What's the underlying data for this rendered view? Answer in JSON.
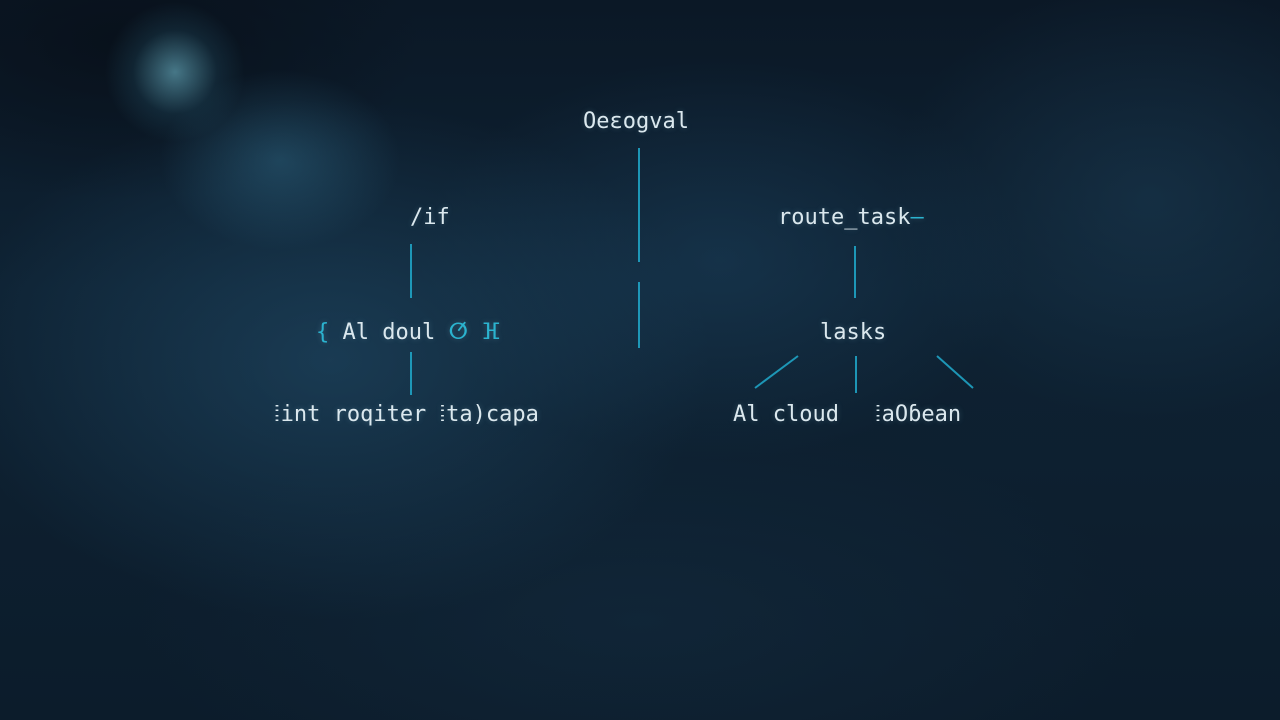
{
  "diagram": {
    "nodes": {
      "top": "Oeɛogval",
      "if_node": "/if",
      "ai_doul_left_glyph": "{",
      "ai_doul": "Al doul",
      "ai_doul_right_glyph": "ⵚ ⴼ",
      "bottom_left": "ⵂint roqiter ⵂta)capa",
      "route_task": "route_task",
      "route_task_tail": "—",
      "lasks": "lasks",
      "ai_cloud": "Al cloud",
      "ocean": "ⵂaOɓean"
    },
    "colors": {
      "edge": "#1fa3c4",
      "text": "#dbe8ee",
      "background": "#0e2233"
    }
  }
}
